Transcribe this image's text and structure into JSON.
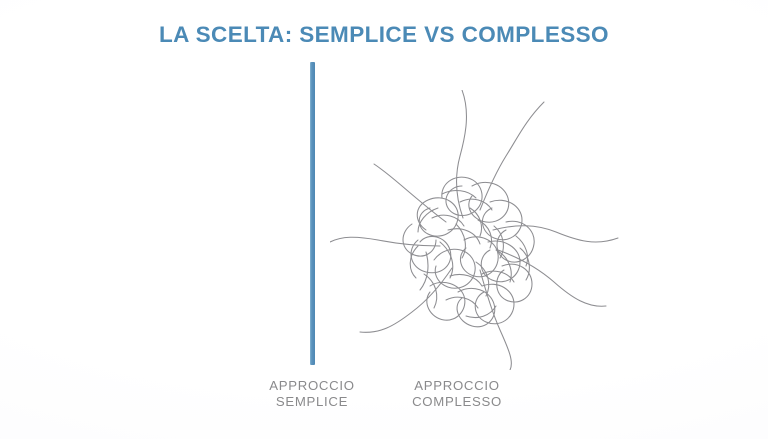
{
  "slide": {
    "title": "LA SCELTA: SEMPLICE VS COMPLESSO",
    "background_color": "#ffffff",
    "title_color": "#4b8ab6",
    "caption_color": "#8a8a8c",
    "divider_color": "#5b93bd",
    "thread_color": "#8d8d91"
  },
  "divider": {
    "name": "vertical-separator"
  },
  "illustration": {
    "name": "tangled-threads",
    "description": "scribbled knot of tangled lines with radiating strands"
  },
  "captions": {
    "left": {
      "line1": "APPROCCIO",
      "line2": "SEMPLICE"
    },
    "right": {
      "line1": "APPROCCIO",
      "line2": "COMPLESSO"
    }
  }
}
